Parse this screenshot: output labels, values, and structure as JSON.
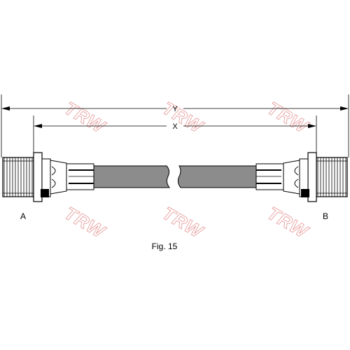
{
  "figure": {
    "caption": "Fig. 15",
    "dimension_overall": "Y",
    "dimension_length": "X",
    "end_a_label": "A",
    "end_b_label": "B"
  },
  "watermark": {
    "text": "TRW",
    "color": "#e8a0a0"
  },
  "colors": {
    "hose": "#8c8c8c",
    "line": "#000000"
  },
  "icons": {
    "left_fitting": "threaded-hose-fitting",
    "right_fitting": "threaded-hose-fitting"
  }
}
